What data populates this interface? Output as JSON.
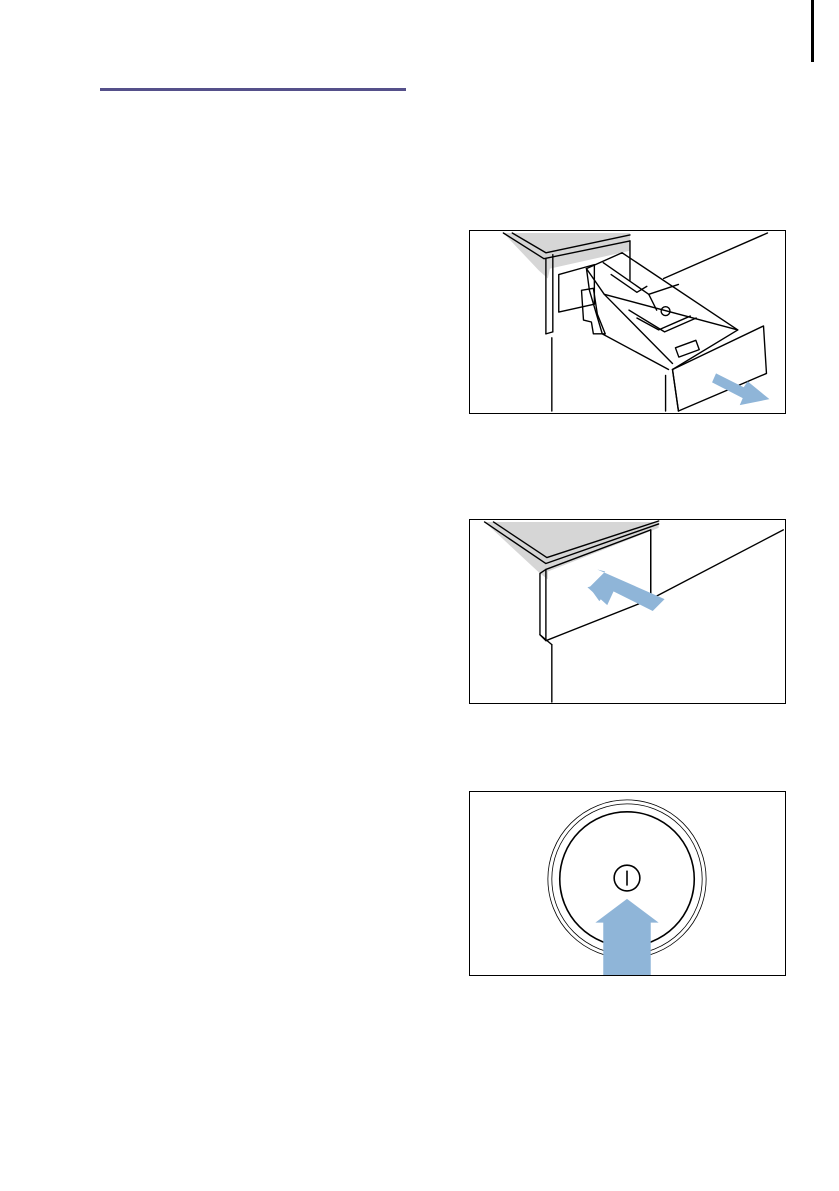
{
  "page": {
    "accent_color": "#55508a",
    "arrow_color": "#8fb5d8"
  },
  "figures": [
    {
      "id": "drawer-out",
      "icon": "detergent-drawer-pull-out-illustration"
    },
    {
      "id": "drawer-in",
      "icon": "detergent-drawer-push-in-illustration"
    },
    {
      "id": "power",
      "icon": "power-button-press-illustration",
      "symbol": "power-icon"
    }
  ]
}
